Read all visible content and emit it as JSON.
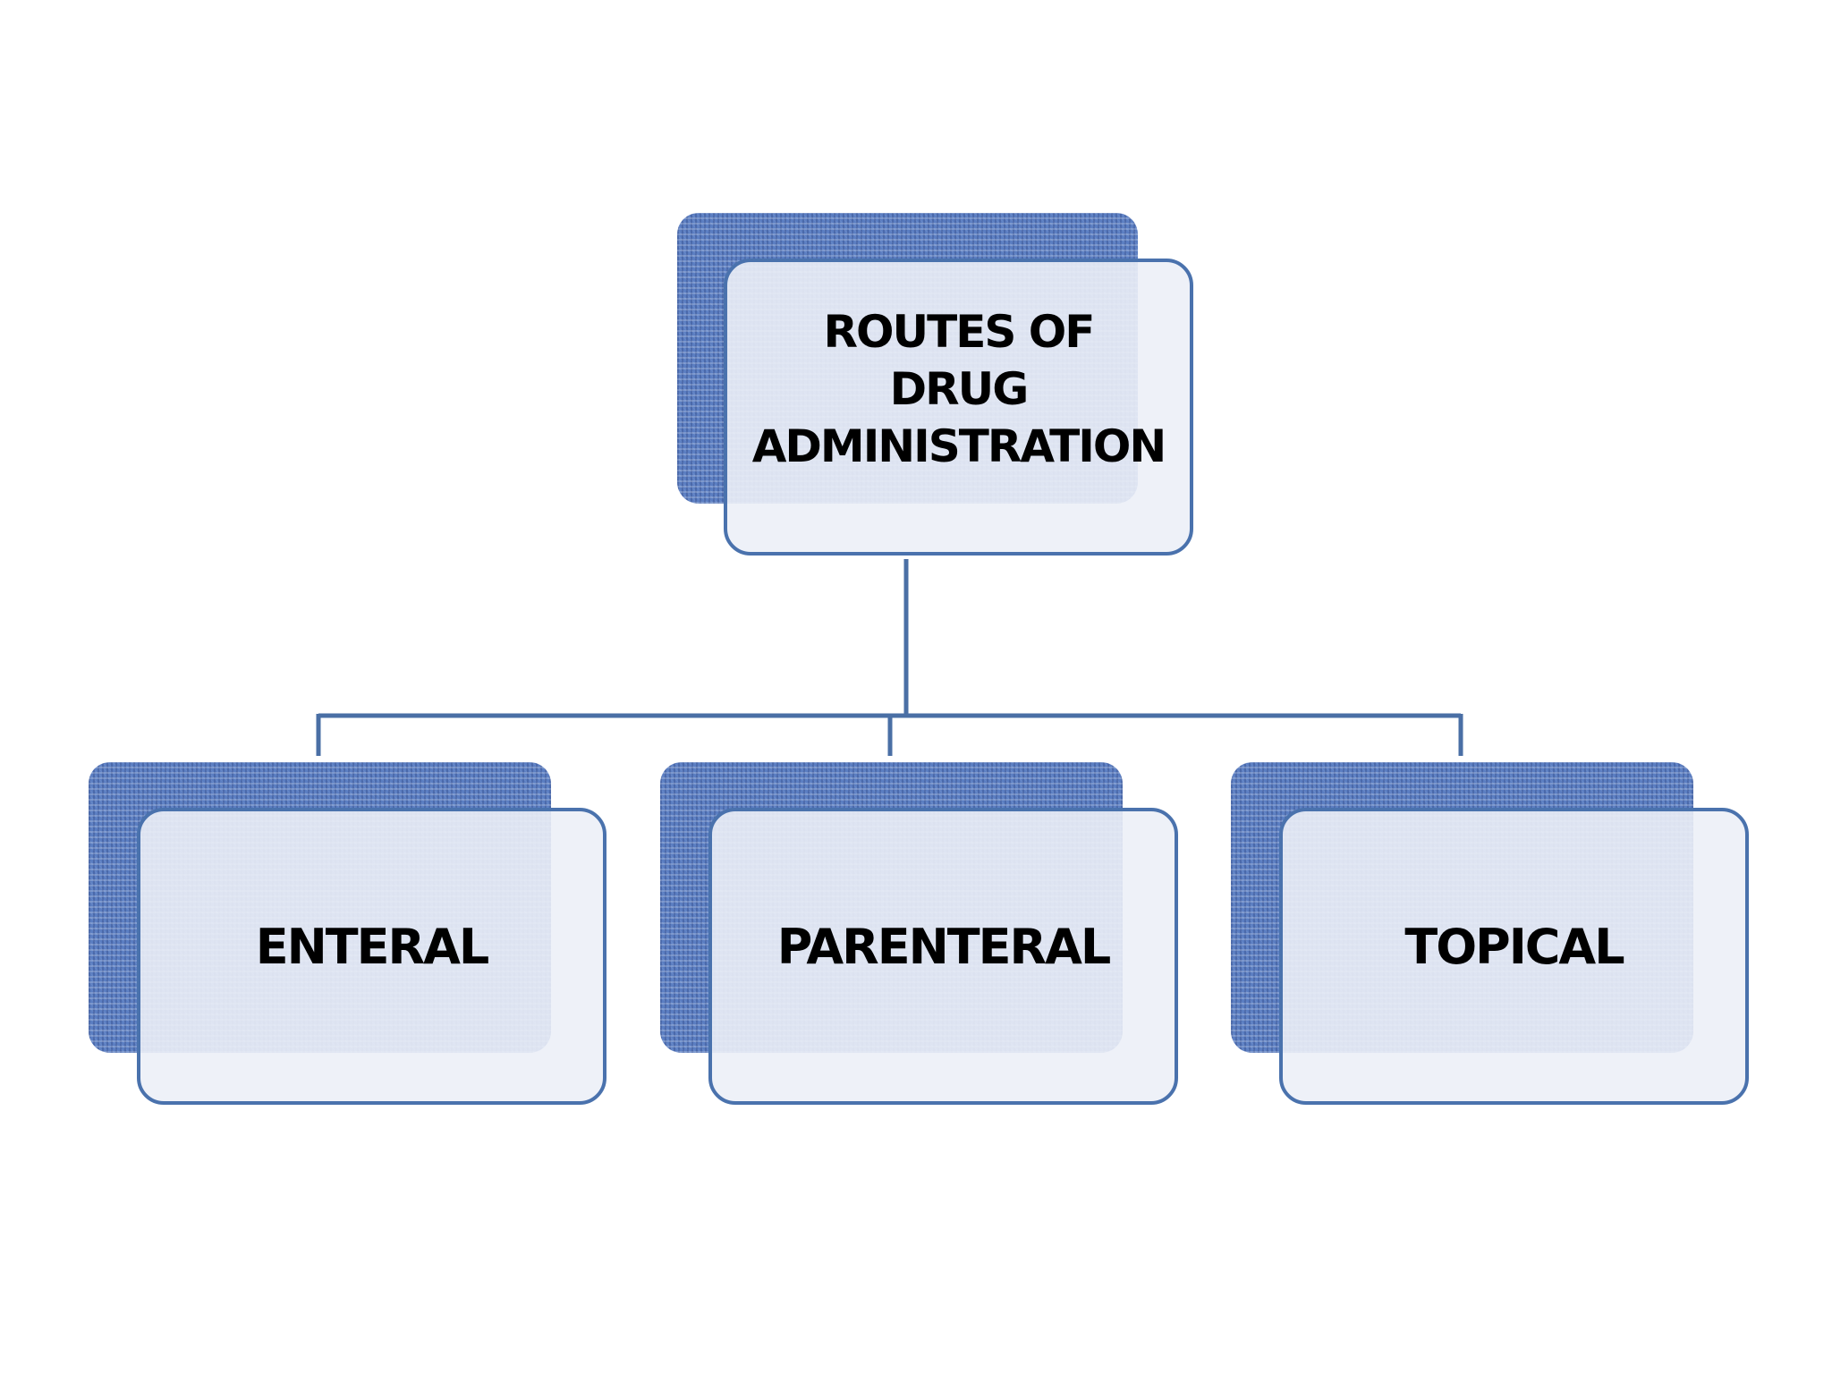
{
  "diagram": {
    "root": {
      "lines": [
        "ROUTES OF",
        "DRUG",
        "ADMINISTRATION"
      ]
    },
    "children": [
      {
        "label": "ENTERAL"
      },
      {
        "label": "PARENTERAL"
      },
      {
        "label": "TOPICAL"
      }
    ]
  },
  "colors": {
    "box_border": "#4a72ad",
    "box_fill": "#ecf0f7",
    "texture": "#5b7ec2",
    "connector": "#4a6fa5"
  }
}
